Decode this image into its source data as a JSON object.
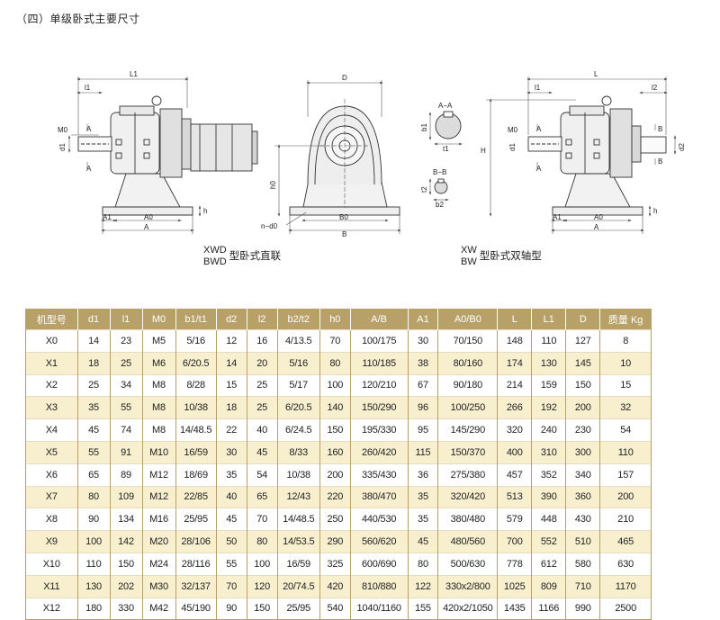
{
  "section_title": "（四）单级卧式主要尺寸",
  "diagram_labels": {
    "L1": "L1",
    "l1": "l1",
    "M0": "M0",
    "A_mark": "A",
    "d1": "d1",
    "A1": "A1",
    "A0": "A0",
    "A": "A",
    "h": "h",
    "D": "D",
    "h0": "h0",
    "n_d0": "n−d0",
    "B0": "B0",
    "B": "B",
    "section_aa": "A−A",
    "b1": "b1",
    "t1": "t1",
    "section_bb": "B−B",
    "t2": "t2",
    "b2": "b2",
    "L": "L",
    "l2": "l2",
    "H": "H",
    "B_mark": "B",
    "d2": "d2"
  },
  "captions": {
    "left_model_1": "XWD",
    "left_model_2": "BWD",
    "left_desc": "型卧式直联",
    "right_model_1": "XW",
    "right_model_2": "BW",
    "right_desc": "型卧式双轴型"
  },
  "table": {
    "headers": [
      "机型号",
      "d1",
      "l1",
      "M0",
      "b1/t1",
      "d2",
      "l2",
      "b2/t2",
      "h0",
      "A/B",
      "A1",
      "A0/B0",
      "L",
      "L1",
      "D",
      "质量 Kg"
    ],
    "rows": [
      [
        "X0",
        "14",
        "23",
        "M5",
        "5/16",
        "12",
        "16",
        "4/13.5",
        "70",
        "100/175",
        "30",
        "70/150",
        "148",
        "110",
        "127",
        "8"
      ],
      [
        "X1",
        "18",
        "25",
        "M6",
        "6/20.5",
        "14",
        "20",
        "5/16",
        "80",
        "110/185",
        "38",
        "80/160",
        "174",
        "130",
        "145",
        "10"
      ],
      [
        "X2",
        "25",
        "34",
        "M8",
        "8/28",
        "15",
        "25",
        "5/17",
        "100",
        "120/210",
        "67",
        "90/180",
        "214",
        "159",
        "150",
        "15"
      ],
      [
        "X3",
        "35",
        "55",
        "M8",
        "10/38",
        "18",
        "25",
        "6/20.5",
        "140",
        "150/290",
        "96",
        "100/250",
        "266",
        "192",
        "200",
        "32"
      ],
      [
        "X4",
        "45",
        "74",
        "M8",
        "14/48.5",
        "22",
        "40",
        "6/24.5",
        "150",
        "195/330",
        "95",
        "145/290",
        "320",
        "240",
        "230",
        "54"
      ],
      [
        "X5",
        "55",
        "91",
        "M10",
        "16/59",
        "30",
        "45",
        "8/33",
        "160",
        "260/420",
        "115",
        "150/370",
        "400",
        "310",
        "300",
        "110"
      ],
      [
        "X6",
        "65",
        "89",
        "M12",
        "18/69",
        "35",
        "54",
        "10/38",
        "200",
        "335/430",
        "36",
        "275/380",
        "457",
        "352",
        "340",
        "157"
      ],
      [
        "X7",
        "80",
        "109",
        "M12",
        "22/85",
        "40",
        "65",
        "12/43",
        "220",
        "380/470",
        "35",
        "320/420",
        "513",
        "390",
        "360",
        "200"
      ],
      [
        "X8",
        "90",
        "134",
        "M16",
        "25/95",
        "45",
        "70",
        "14/48.5",
        "250",
        "440/530",
        "35",
        "380/480",
        "579",
        "448",
        "430",
        "210"
      ],
      [
        "X9",
        "100",
        "142",
        "M20",
        "28/106",
        "50",
        "80",
        "14/53.5",
        "290",
        "560/620",
        "45",
        "480/560",
        "700",
        "552",
        "510",
        "465"
      ],
      [
        "X10",
        "110",
        "150",
        "M24",
        "28/116",
        "55",
        "100",
        "16/59",
        "325",
        "600/690",
        "80",
        "500/630",
        "778",
        "612",
        "580",
        "630"
      ],
      [
        "X11",
        "130",
        "202",
        "M30",
        "32/137",
        "70",
        "120",
        "20/74.5",
        "420",
        "810/880",
        "122",
        "330x2/800",
        "1025",
        "809",
        "710",
        "1170"
      ],
      [
        "X12",
        "180",
        "330",
        "M42",
        "45/190",
        "90",
        "150",
        "25/95",
        "540",
        "1040/1160",
        "155",
        "420x2/1050",
        "1435",
        "1166",
        "990",
        "2500"
      ]
    ]
  },
  "colors": {
    "header_bg": "#b8a169",
    "row_alt_bg": "#f8efcf",
    "border": "#b8a169",
    "drawing_line": "#333333"
  }
}
